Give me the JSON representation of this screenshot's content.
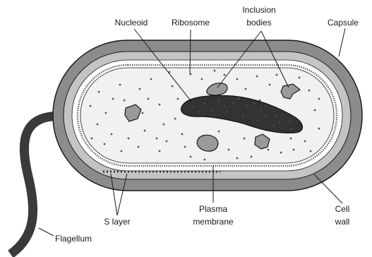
{
  "labels": {
    "nucleoid": "Nucleoid",
    "ribosome": "Ribosome",
    "inclusion_line1": "Inclusion",
    "inclusion_line2": "bodies",
    "capsule": "Capsule",
    "s_layer": "S layer",
    "plasma_line1": "Plasma",
    "plasma_line2": "membrane",
    "cell_wall_line1": "Cell",
    "cell_wall_line2": "wall",
    "flagellum": "Flagellum"
  },
  "colors": {
    "capsule": "#8c8c8c",
    "cell_wall": "#c4c4c4",
    "cytoplasm": "#f1f1f1",
    "nucleoid": "#333333",
    "inclusion": "#9a9a9a",
    "ribosome": "#555555",
    "flagellum": "#3a3a3a",
    "outline": "#1a1a1a"
  }
}
